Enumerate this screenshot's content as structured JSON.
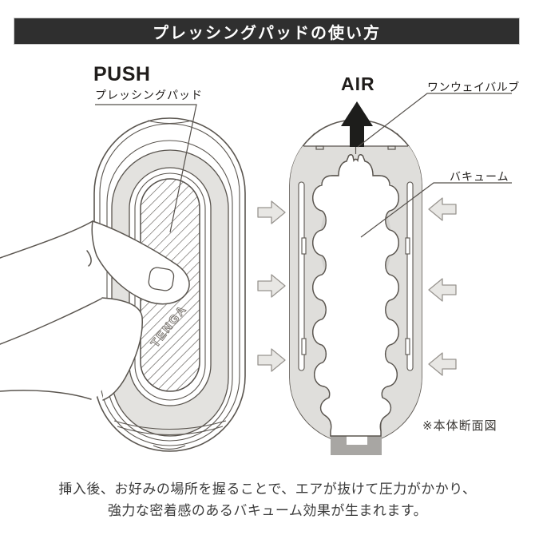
{
  "header": {
    "title": "プレッシングパッドの使い方"
  },
  "left_figure": {
    "push_label": "PUSH",
    "pad_label": "プレッシングパッド",
    "logo": "TENGA"
  },
  "right_figure": {
    "air_label": "AIR",
    "valve_label": "ワンウェイバルブ",
    "vacuum_label": "バキューム",
    "caption": "※本体断面図"
  },
  "footer": {
    "line1": "挿入後、お好みの場所を握ることで、エアが抜けて圧力がかかり、",
    "line2": "強力な密着感のあるバキューム効果が生まれます。"
  },
  "colors": {
    "header_bg": "#2f2f2f",
    "outline": "#5a554f",
    "light_gray": "#e3e2df",
    "wall_gray": "#dfdedb",
    "mid_gray": "#d2d1ce",
    "dark_gray": "#a8a6a3",
    "arrow_fill": "#e8e7e4",
    "arrow_stroke": "#98948f",
    "black_arrow": "#1d1d1b"
  }
}
